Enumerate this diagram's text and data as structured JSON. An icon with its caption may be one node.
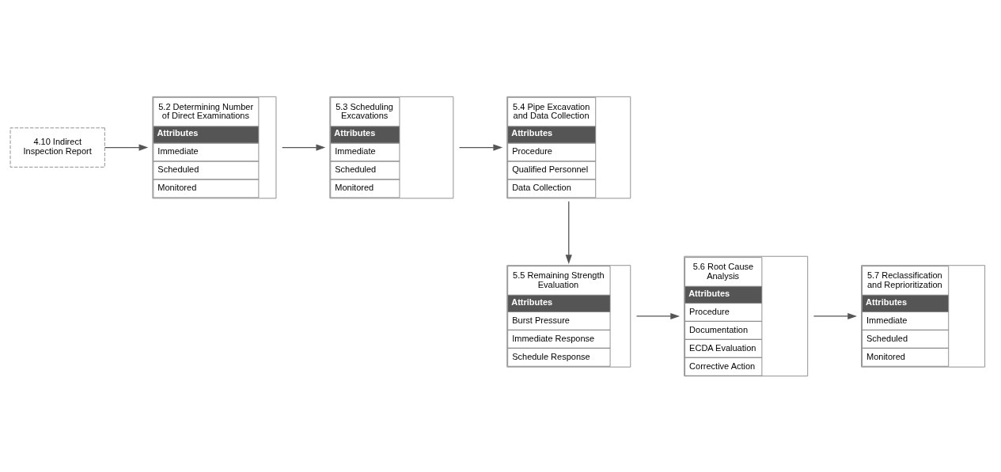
{
  "diagram": {
    "nodes": [
      {
        "text": [
          "4.10 Indirect Inspection Report"
        ]
      },
      {
        "text": [
          "5.2 Determining Number of Direct Examinations",
          "Attributes",
          "Immediate",
          "Scheduled",
          "Monitored"
        ]
      },
      {
        "text": [
          "5.3 Scheduling Excavations",
          "Attributes",
          "Immediate",
          "Scheduled",
          "Monitored"
        ]
      },
      {
        "text": [
          "5.4 Pipe Excavation and Data Collection",
          "Attributes",
          "Procedure",
          "Qualified Personnel",
          "Data Collection"
        ]
      },
      {
        "text": [
          "5.5 Remaining Strength Evaluation",
          "Attributes",
          "Burst Pressure",
          "Immediate Response",
          "Schedule Response"
        ]
      },
      {
        "text": [
          "5.6 Root Cause Analysis",
          "Attributes",
          "Procedure",
          "Documentation",
          "ECDA Evaluation",
          "Corrective Action"
        ]
      },
      {
        "text": [
          "5.7 Reclassification and Reprioritization",
          "Attributes",
          "Immediate",
          "Scheduled",
          "Monitored"
        ]
      }
    ],
    "edges": [
      {
        "from": 0,
        "to": 1,
        "arrow": "to"
      },
      {
        "from": 1,
        "to": 2,
        "arrow": "to"
      },
      {
        "from": 2,
        "to": 3,
        "arrow": "to"
      },
      {
        "from": 3,
        "to": 4,
        "arrow": "to"
      },
      {
        "from": 4,
        "to": 5,
        "arrow": "to"
      },
      {
        "from": 5,
        "to": 6,
        "arrow": "to"
      }
    ]
  }
}
